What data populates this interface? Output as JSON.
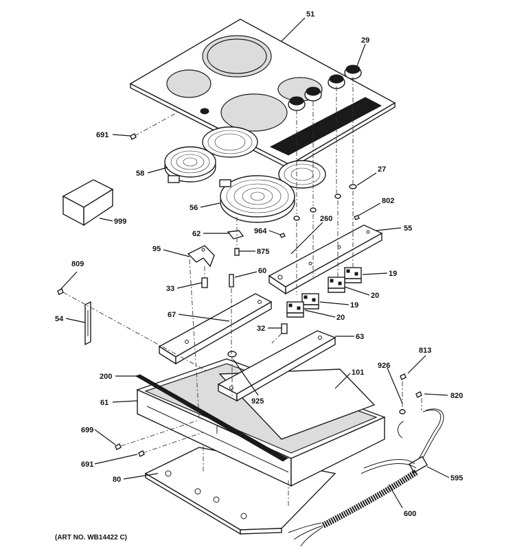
{
  "labels": {
    "l51": "51",
    "l29": "29",
    "l691a": "691",
    "l58": "58",
    "l27": "27",
    "l999": "999",
    "l56": "56",
    "l802": "802",
    "l62": "62",
    "l964": "964",
    "l260": "260",
    "l55": "55",
    "l95": "95",
    "l875": "875",
    "l809": "809",
    "l60": "60",
    "l19a": "19",
    "l33": "33",
    "l20a": "20",
    "l19b": "19",
    "l54": "54",
    "l67": "67",
    "l20b": "20",
    "l32": "32",
    "l63": "63",
    "l926": "926",
    "l813": "813",
    "l200": "200",
    "l101": "101",
    "l820": "820",
    "l61": "61",
    "l925": "925",
    "l699": "699",
    "l691b": "691",
    "l595": "595",
    "l80": "80",
    "l600": "600"
  },
  "art_number": "(ART NO. WB14422 C)"
}
